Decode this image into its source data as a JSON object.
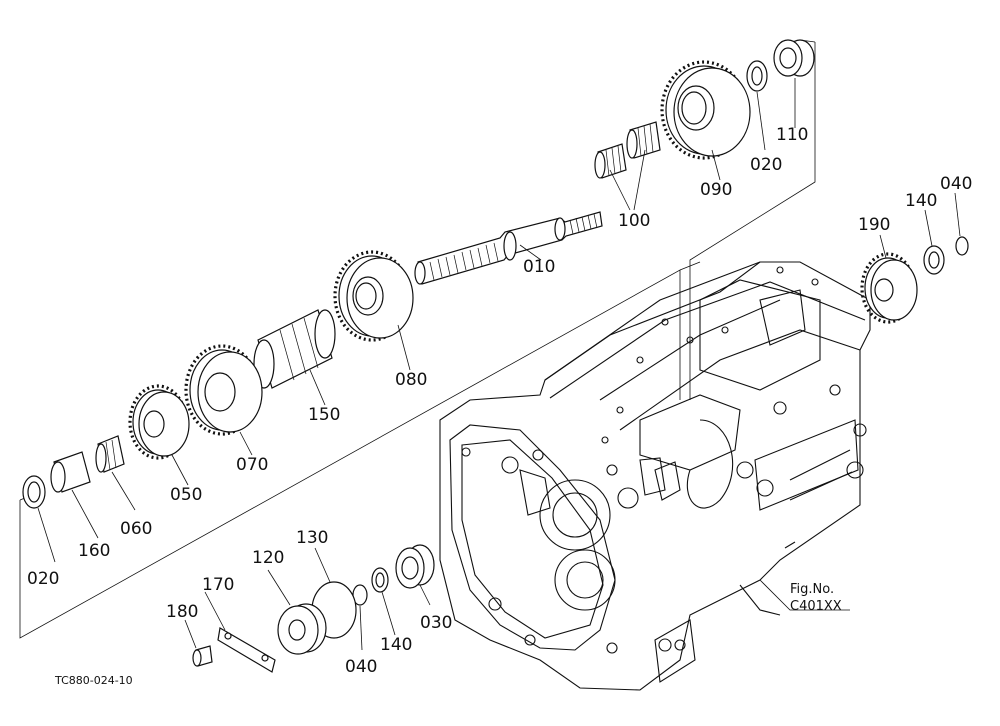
{
  "parts": {
    "p010": "010",
    "p020a": "020",
    "p020b": "020",
    "p030": "030",
    "p040a": "040",
    "p040b": "040",
    "p050": "050",
    "p060": "060",
    "p070": "070",
    "p080": "080",
    "p090": "090",
    "p100": "100",
    "p110": "110",
    "p120": "120",
    "p130": "130",
    "p140a": "140",
    "p140b": "140",
    "p150": "150",
    "p160": "160",
    "p170": "170",
    "p180": "180",
    "p190": "190"
  },
  "figure": {
    "fig_no_label": "Fig.No.",
    "fig_no_value": "C401XX",
    "drawing_code": "TC880-024-10"
  }
}
